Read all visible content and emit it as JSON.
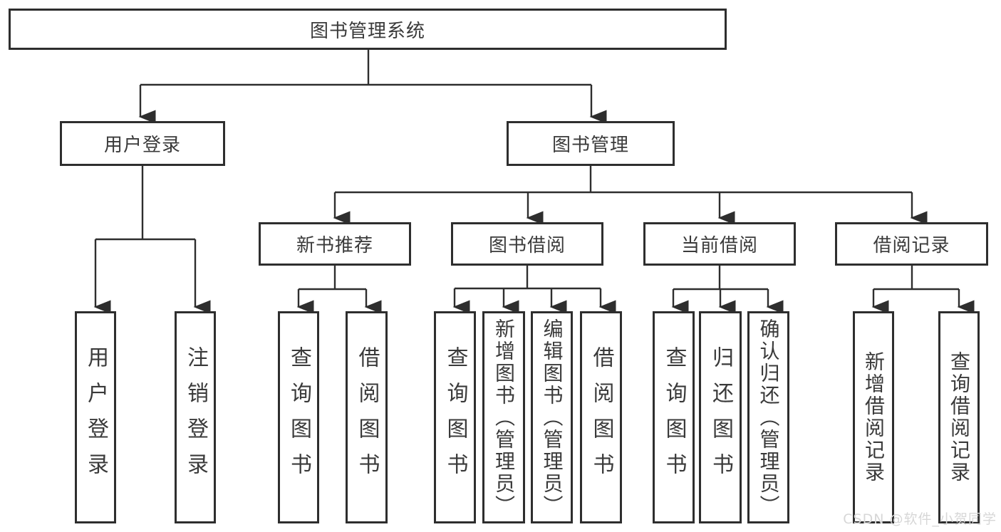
{
  "tree": {
    "label": "图书管理系统",
    "children": [
      {
        "label": "用户登录",
        "children": [
          {
            "label": "用户登录"
          },
          {
            "label": "注销登录"
          }
        ]
      },
      {
        "label": "图书管理",
        "children": [
          {
            "label": "新书推荐",
            "children": [
              {
                "label": "查询图书"
              },
              {
                "label": "借阅图书"
              }
            ]
          },
          {
            "label": "图书借阅",
            "children": [
              {
                "label": "查询图书"
              },
              {
                "label": "新增图书（管理员）"
              },
              {
                "label": "编辑图书（管理员）"
              },
              {
                "label": "借阅图书"
              }
            ]
          },
          {
            "label": "当前借阅",
            "children": [
              {
                "label": "查询图书"
              },
              {
                "label": "归还图书"
              },
              {
                "label": "确认归还（管理员）"
              }
            ]
          },
          {
            "label": "借阅记录",
            "children": [
              {
                "label": "新增借阅记录"
              },
              {
                "label": "查询借阅记录"
              }
            ]
          }
        ]
      }
    ]
  },
  "watermark": {
    "text": "CSDN @软件_小贺同学"
  },
  "colors": {
    "line": "#2e2e2e",
    "text": "#3a3a3a",
    "background": "#ffffff",
    "watermark": "#d7d7d7"
  }
}
